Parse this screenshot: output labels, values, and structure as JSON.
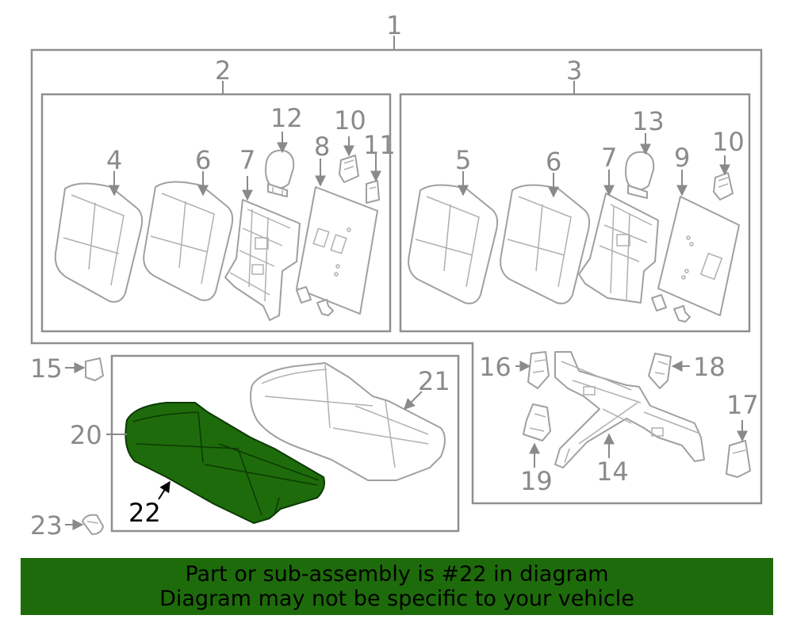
{
  "diagram": {
    "callouts": {
      "c1": "1",
      "c2": "2",
      "c3": "3",
      "c4": "4",
      "c5": "5",
      "c6a": "6",
      "c6b": "6",
      "c7a": "7",
      "c7b": "7",
      "c8": "8",
      "c9": "9",
      "c10a": "10",
      "c10b": "10",
      "c11": "11",
      "c12": "12",
      "c13": "13",
      "c14": "14",
      "c15": "15",
      "c16": "16",
      "c17": "17",
      "c18": "18",
      "c19": "19",
      "c20": "20",
      "c21": "21",
      "c22": "22",
      "c23": "23"
    },
    "highlight_color": "#1e6b0b"
  },
  "banner": {
    "line1": "Part or sub-assembly is #22 in diagram",
    "line2": "Diagram may not be specific to your vehicle",
    "color": "#1e6b0b"
  }
}
